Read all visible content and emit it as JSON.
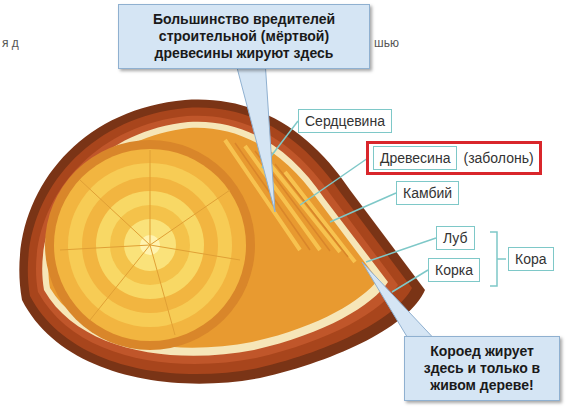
{
  "diagram": {
    "nodes": [
      {
        "text": [
          "Большинство вредителей строительной (мёртвой) древесины жируют здесь"
        ]
      },
      {
        "text": [
          "Сердцевина"
        ]
      },
      {
        "text": [
          "(заболонь)"
        ]
      },
      {
        "text": [
          "Древесина"
        ],
        "in": 2
      },
      {
        "text": [
          "Камбий"
        ]
      },
      {
        "text": [
          "Луб"
        ]
      },
      {
        "text": [
          "Корка"
        ]
      },
      {
        "text": [
          "Кора"
        ]
      },
      {
        "text": [
          "Короед жирует здесь и только в живом дереве!"
        ]
      }
    ],
    "labels": [
      "я д",
      "шью"
    ]
  }
}
